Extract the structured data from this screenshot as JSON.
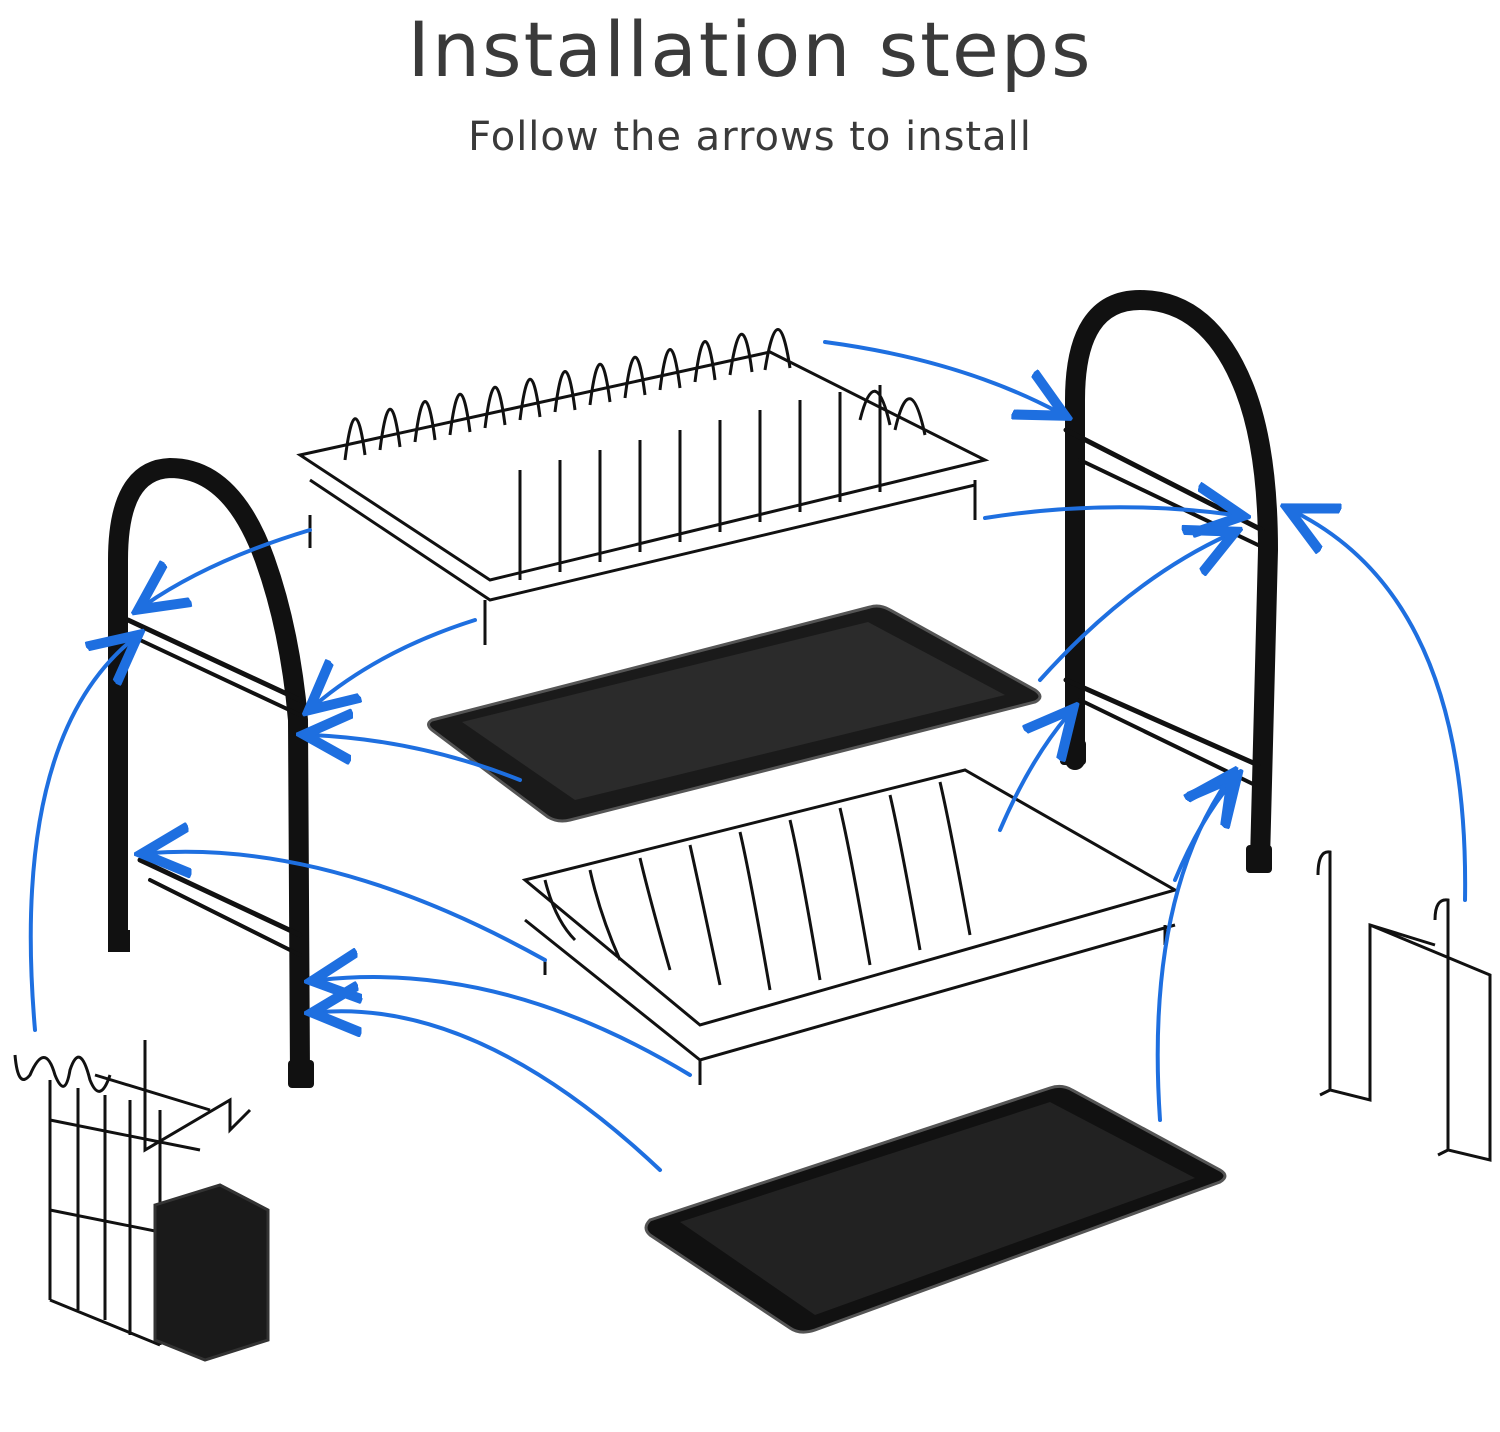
{
  "header": {
    "title": "Installation steps",
    "subtitle": "Follow the arrows to install"
  },
  "colors": {
    "arrow": "#1e6fe0",
    "text": "#3a3a3a",
    "metal": "#111111"
  },
  "parts": [
    {
      "id": "left-frame",
      "label": "Left arch frame"
    },
    {
      "id": "right-frame",
      "label": "Right arch frame"
    },
    {
      "id": "top-dish-rack",
      "label": "Upper plate rack"
    },
    {
      "id": "top-drip-tray",
      "label": "Upper drip tray"
    },
    {
      "id": "bottom-bowl-rack",
      "label": "Lower bowl rack"
    },
    {
      "id": "bottom-drip-tray",
      "label": "Lower drip tray"
    },
    {
      "id": "utensil-holder",
      "label": "Utensil / knife holder with cup"
    },
    {
      "id": "cutting-board-holder",
      "label": "Side hook holder"
    }
  ]
}
